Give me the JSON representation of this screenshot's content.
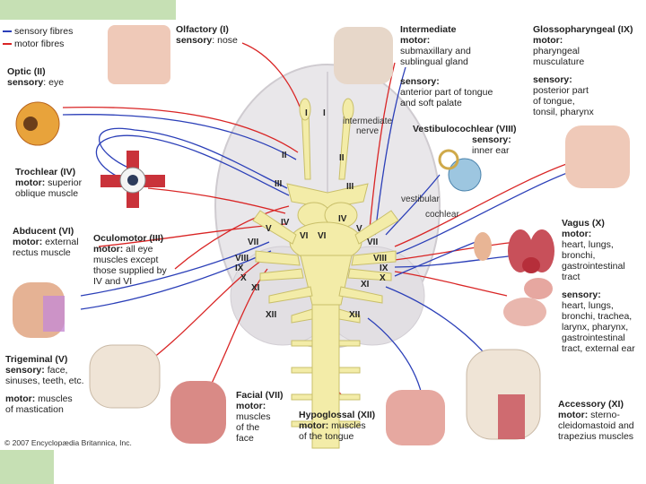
{
  "legend": {
    "sensory": "sensory fibres",
    "motor": "motor fibres"
  },
  "colors": {
    "sensory": "#2b3fb8",
    "motor": "#d92525",
    "nerve": "#f3eca8"
  },
  "nerves": {
    "olfactory": {
      "title": "Olfactory (I)",
      "line1_bold": "sensory",
      "line1_rest": ": nose"
    },
    "optic": {
      "title": "Optic (II)",
      "line1_bold": "sensory",
      "line1_rest": ": eye"
    },
    "trochlear": {
      "title": "Trochlear (IV)",
      "line1_bold": "motor:",
      "line1_rest": " superior",
      "line2": "oblique muscle"
    },
    "abducent": {
      "title": "Abducent (VI)",
      "line1_bold": "motor:",
      "line1_rest": " external",
      "line2": "rectus muscle"
    },
    "oculomotor": {
      "title": "Oculomotor (III)",
      "line1_bold": "motor:",
      "line1_rest": " all eye",
      "line2": "muscles except",
      "line3": "those supplied by",
      "line4": "IV and VI"
    },
    "trigeminal": {
      "title": "Trigeminal (V)",
      "line1_bold": "sensory:",
      "line1_rest": " face,",
      "line2": "sinuses, teeth, etc.",
      "line3_bold": "motor:",
      "line3_rest": " muscles",
      "line4": "of mastication"
    },
    "facial": {
      "title": "Facial (VII)",
      "line1_bold": "motor:",
      "line2": "muscles",
      "line3": "of the",
      "line4": "face"
    },
    "hypoglossal": {
      "title": "Hypoglossal (XII)",
      "line1_bold": "motor:",
      "line1_rest": " muscles",
      "line2": "of the tongue"
    },
    "intermediate": {
      "title": "Intermediate",
      "line1_bold": "motor:",
      "line2": "submaxillary and",
      "line3": "sublingual gland",
      "line4_bold": "sensory:",
      "line5": "anterior part of tongue",
      "line6": "and soft palate"
    },
    "glossopharyngeal": {
      "title": "Glossopharyngeal (IX)",
      "line1_bold": "motor:",
      "line2": "pharyngeal",
      "line3": "musculature",
      "line4_bold": "sensory:",
      "line5": "posterior part",
      "line6": "of tongue,",
      "line7": "tonsil, pharynx"
    },
    "vestibulocochlear": {
      "title": "Vestibulocochlear (VIII)",
      "line1_bold": "sensory:",
      "line2": "inner ear"
    },
    "vagus": {
      "title": "Vagus (X)",
      "line1_bold": "motor:",
      "line2": "heart, lungs,",
      "line3": "bronchi,",
      "line4": "gastrointestinal",
      "line5": "tract",
      "line6_bold": "sensory:",
      "line7": "heart, lungs,",
      "line8": "bronchi, trachea,",
      "line9": "larynx, pharynx,",
      "line10": "gastrointestinal",
      "line11": "tract, external ear"
    },
    "accessory": {
      "title": "Accessory (XI)",
      "line1_bold": "motor:",
      "line1_rest": " sterno-",
      "line2": "cleidomastoid and",
      "line3": "trapezius muscles"
    }
  },
  "center_labels": {
    "intermediate_nerve_1": "intermediate",
    "intermediate_nerve_2": "nerve",
    "vestibular": "vestibular",
    "cochlear": "cochlear"
  },
  "numerals": {
    "I": "I",
    "II": "II",
    "III": "III",
    "IV": "IV",
    "V": "V",
    "VI": "VI",
    "VII": "VII",
    "VIII": "VIII",
    "IX": "IX",
    "X": "X",
    "XI": "XI",
    "XII": "XII"
  },
  "copyright": "© 2007 Encyclopædia Britannica, Inc."
}
